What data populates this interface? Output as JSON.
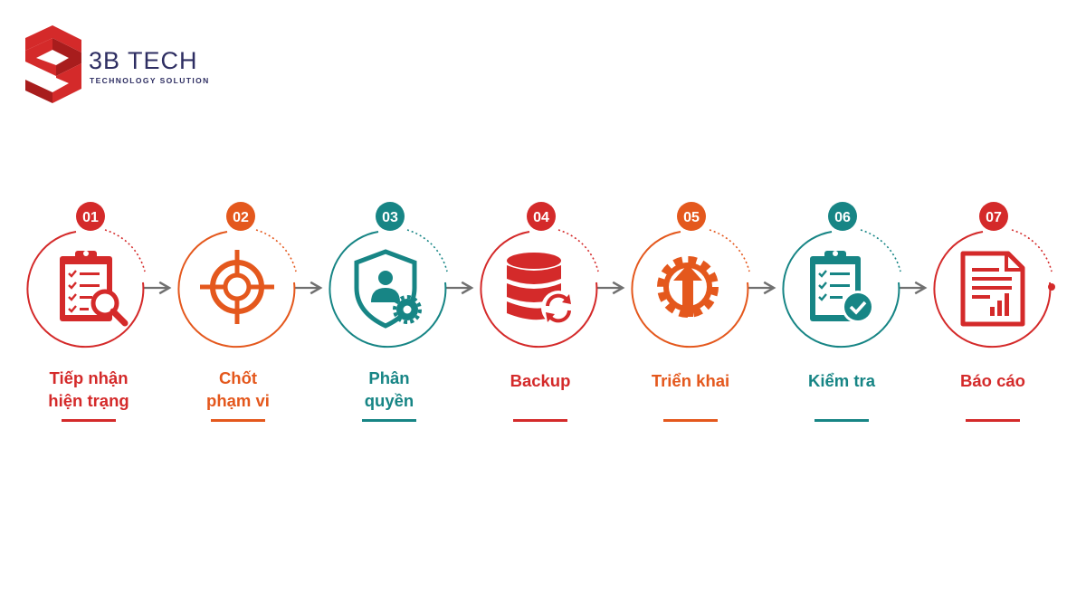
{
  "brand": {
    "name": "3B TECH",
    "tagline": "TECHNOLOGY SOLUTION",
    "logo_icon": "3b-logo-mark",
    "color": "#d42a2a",
    "text_color": "#2e2e62"
  },
  "colors": {
    "red": "#d42a2a",
    "orange": "#e4581d",
    "teal": "#178585",
    "arrow": "#707070"
  },
  "steps": [
    {
      "number": "01",
      "label_line1": "Tiếp nhận",
      "label_line2": "hiện trạng",
      "icon": "clipboard-search-icon",
      "color": "#d42a2a"
    },
    {
      "number": "02",
      "label_line1": "Chốt",
      "label_line2": "phạm vi",
      "icon": "target-crosshair-icon",
      "color": "#e4581d"
    },
    {
      "number": "03",
      "label_line1": "Phân",
      "label_line2": "quyền",
      "icon": "shield-user-gear-icon",
      "color": "#178585"
    },
    {
      "number": "04",
      "label_line1": "Backup",
      "label_line2": "",
      "icon": "database-refresh-icon",
      "color": "#d42a2a"
    },
    {
      "number": "05",
      "label_line1": "Triển khai",
      "label_line2": "",
      "icon": "gear-arrow-up-icon",
      "color": "#e4581d"
    },
    {
      "number": "06",
      "label_line1": "Kiểm tra",
      "label_line2": "",
      "icon": "clipboard-check-icon",
      "color": "#178585"
    },
    {
      "number": "07",
      "label_line1": "Báo cáo",
      "label_line2": "",
      "icon": "report-chart-icon",
      "color": "#d42a2a"
    }
  ]
}
